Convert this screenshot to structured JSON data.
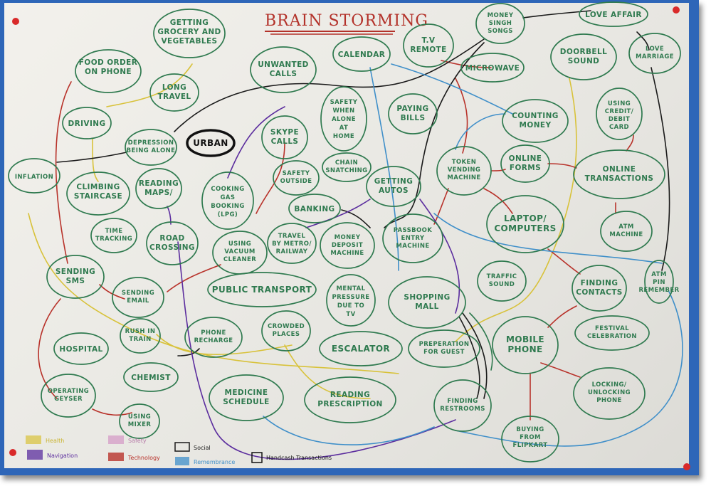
{
  "title": "BRAIN STORMING",
  "nodes": {
    "grocery": "GETTING GROCERY AND VEGETABLES",
    "food_order": "FOOD ORDER ON PHONE",
    "long_travel": "LONG TRAVEL",
    "driving": "DRIVING",
    "depression": "DEPRESSION BEING ALONE",
    "urban": "URBAN",
    "inflation": "INFLATION",
    "climbing": "CLIMBING STAIRCASE",
    "reading_maps": "READING MAPS",
    "time_tracking": "TIME TRACKING",
    "road_crossing": "ROAD CROSSING",
    "sending_sms": "SENDING SMS",
    "sending_email": "SENDING EMAIL",
    "rush_train": "RUSH IN TRAIN",
    "hospital": "HOSPITAL",
    "operating_geyser": "OPERATING GEYSER",
    "chemist": "CHEMIST",
    "using_mixer": "USING MIXER",
    "unwanted_calls": "UNWANTED CALLS",
    "calendar": "CALENDAR",
    "tv_remote": "T.V REMOTE",
    "money_songs": "MONEY SINGH SONGS",
    "love_affair": "LOVE AFFAIR",
    "love_marriage": "LOVE MARRIAGE",
    "doorbell": "DOORBELL SOUND",
    "microwave": "MICROWAVE",
    "safety_home": "SAFETY WHEN ALONE AT HOME",
    "paying_bills": "PAYING BILLS",
    "skype": "SKYPE CALLS",
    "safety_outside": "SAFETY OUTSIDE",
    "chain_snatching": "CHAIN SNATCHING",
    "counting_money": "COUNTING MONEY",
    "using_card": "USING CREDIT / DEBIT CARD",
    "token_vending": "TOKEN VENDING MACHINE",
    "online_forms": "ONLINE FORMS",
    "online_transactions": "ONLINE TRANSACTIONS",
    "cooking_gas": "COOKING GAS BOOKING (LPG)",
    "getting_autos": "GETTING AUTOS",
    "banking": "BANKING",
    "travel_metro": "TRAVEL BY METRO / RAILWAY",
    "money_deposit": "MONEY DEPOSIT MACHINE",
    "passbook": "PASSBOOK ENTRY MACHINE",
    "laptop": "LAPTOP / COMPUTERS",
    "atm_machine": "ATM MACHINE",
    "vacuum": "USING VACUUM CLEANER",
    "public_transport": "PUBLIC TRANSPORT",
    "mental_pressure": "MENTAL PRESSURE DUE TO TV",
    "shopping_mall": "SHOPPING MALL",
    "traffic_sound": "TRAFFIC SOUND",
    "finding_contacts": "FINDING CONTACTS",
    "atm_pin": "ATM PIN REMEMBER",
    "phone_recharge": "PHONE RECHARGE",
    "crowded_places": "CROWDED PLACES",
    "escalator": "ESCALATOR",
    "preparation_guest": "PREPERATION FOR GUEST",
    "mobile_phone": "MOBILE PHONE",
    "festival": "FESTIVAL CELEBRATION",
    "medicine_schedule": "MEDICINE SCHEDULE",
    "reading_prescription": "READING PRESCRIPTION",
    "finding_restrooms": "FINDING RESTROOMS",
    "buying_flipkart": "BUYING FROM FLIPKART",
    "locking_phone": "LOCKING / UNLOCKING PHONE"
  },
  "legend": {
    "health": "Health",
    "safety": "Safety",
    "social": "Social",
    "navigation": "Navigation",
    "technology": "Technology",
    "remembrance": "Remembrance",
    "handcash": "Handcash Transactions"
  },
  "colors": {
    "health": "#d8c23a",
    "safety": "#d6a0c8",
    "social": "#1a1a1a",
    "navigation": "#5b2d9e",
    "technology": "#b8322a",
    "remembrance": "#3f8fc9",
    "handcash": "#111111",
    "ink": "#2f7a4f"
  }
}
